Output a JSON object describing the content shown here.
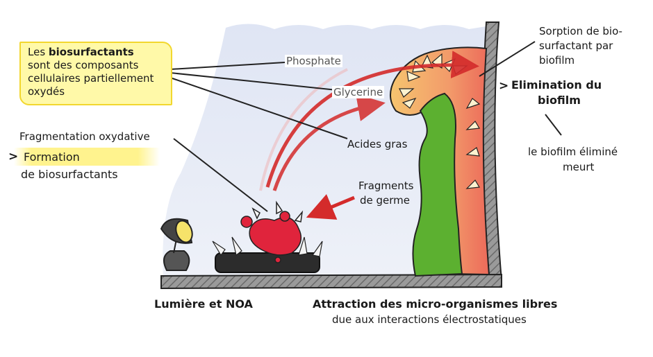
{
  "callout": {
    "prefix": "Les",
    "bold": "biosurfactants",
    "line2": "sont des composants",
    "line3": "cellulaires partiellement",
    "line4": "oxydés"
  },
  "labels": {
    "phosphate": "Phosphate",
    "glycerine": "Glycerine",
    "acides_gras": "Acides gras",
    "fragments_1": "Fragments",
    "fragments_2": "de germe",
    "fragmentation": "Fragmentation oxydative",
    "formation": "Formation",
    "biosurfactants": "de biosurfactants",
    "sorption_1": "Sorption de bio-",
    "sorption_2": "surfactant par",
    "sorption_3": "biofilm",
    "elimination_1": "Elimination du",
    "elimination_2": "biofilm",
    "elimine_1": "le biofilm éliminé",
    "elimine_2": "meurt",
    "lumiere": "Lumière et NOA",
    "attraction": "Attraction des micro-organismes libres",
    "interactions": "due aux interactions électrostatiques"
  },
  "markers": {
    "arrow": ">"
  },
  "colors": {
    "callout_fill": "#fff9a8",
    "callout_border": "#f2d72e",
    "highlight": "#fff38e",
    "biofilm_green": "#5cb030",
    "biofilm_orange": "#f4a060",
    "arrow_red": "#d42b2b",
    "wall": "#8a8a8a",
    "water": "#cfd8ee"
  }
}
